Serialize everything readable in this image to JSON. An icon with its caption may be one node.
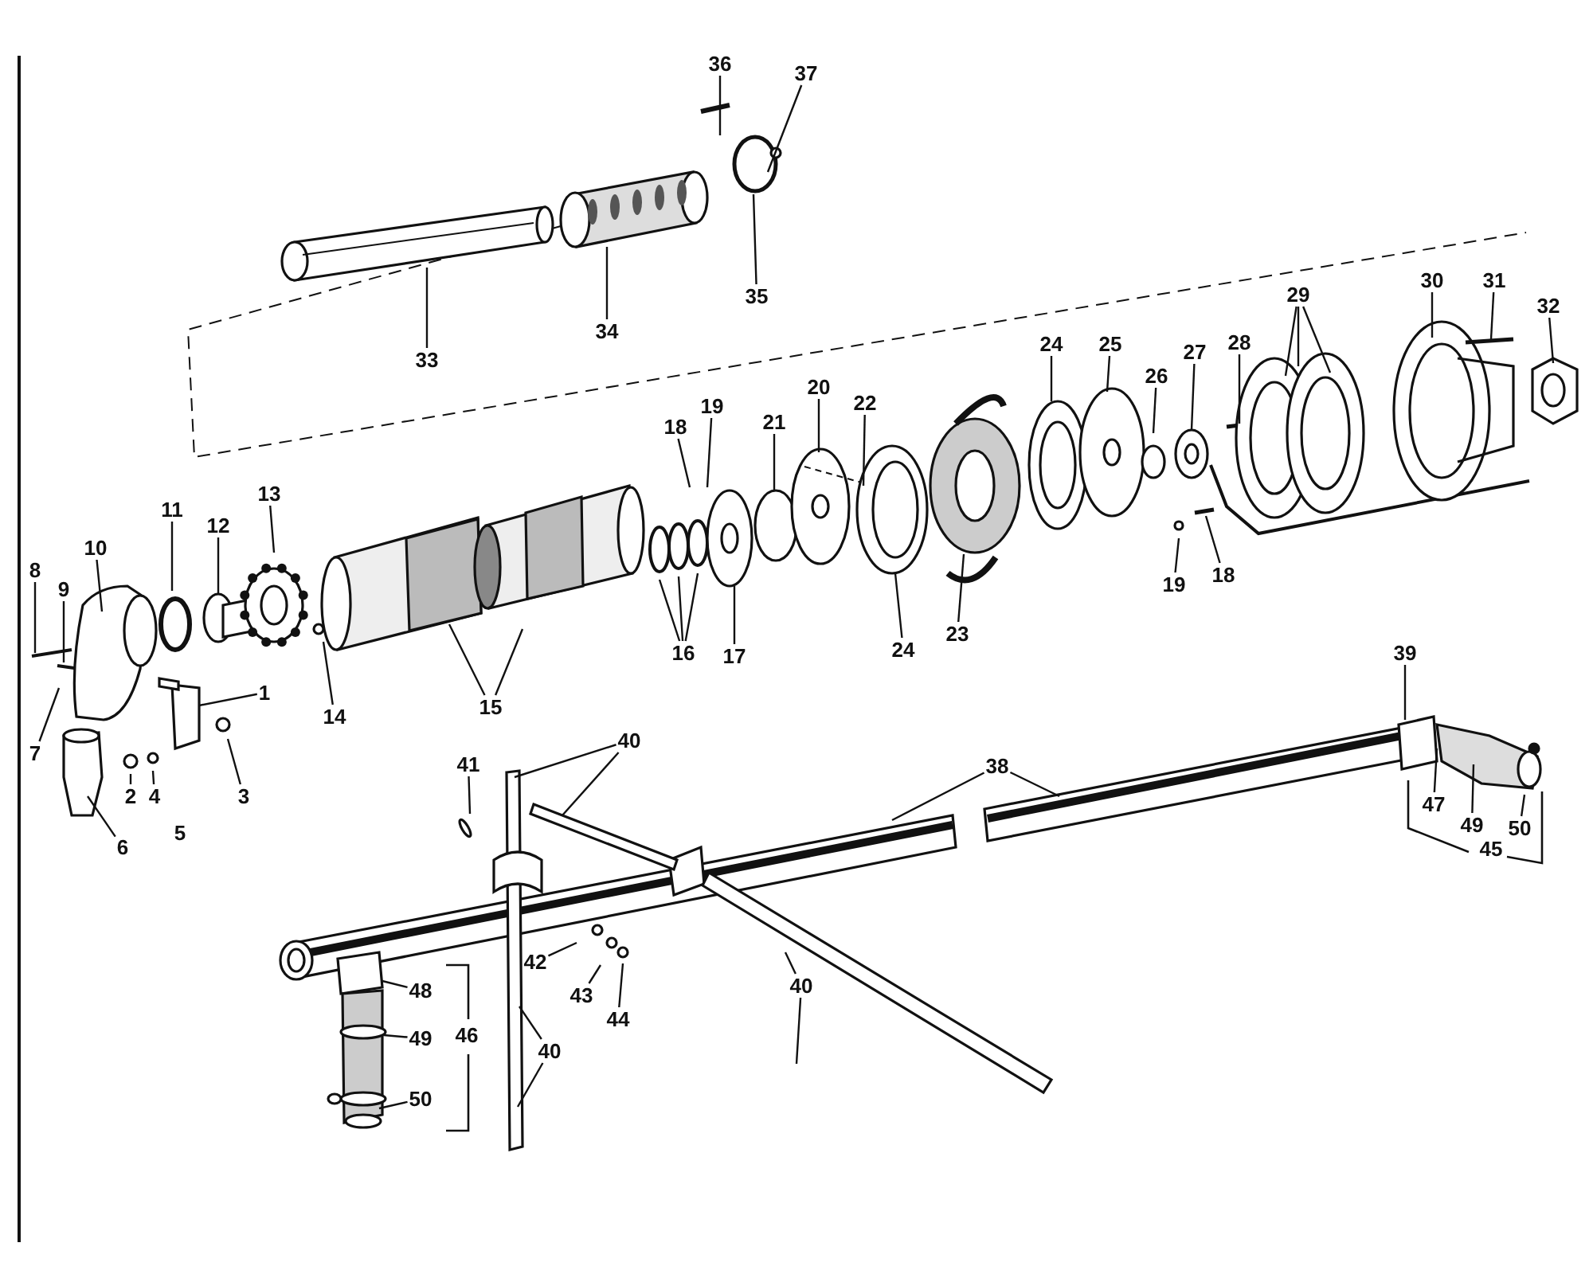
{
  "diagram": {
    "nodes": [
      {
        "text": [
          "36"
        ]
      },
      {
        "text": [
          "37"
        ]
      },
      {
        "text": [
          "33"
        ]
      },
      {
        "text": [
          "34"
        ]
      },
      {
        "text": [
          "35"
        ]
      },
      {
        "text": [
          "29"
        ]
      },
      {
        "text": [
          "30"
        ]
      },
      {
        "text": [
          "31"
        ]
      },
      {
        "text": [
          "32"
        ]
      },
      {
        "text": [
          "24"
        ]
      },
      {
        "text": [
          "25"
        ]
      },
      {
        "text": [
          "26"
        ]
      },
      {
        "text": [
          "27"
        ]
      },
      {
        "text": [
          "28"
        ]
      },
      {
        "text": [
          "18"
        ]
      },
      {
        "text": [
          "19"
        ]
      },
      {
        "text": [
          "21"
        ]
      },
      {
        "text": [
          "20"
        ]
      },
      {
        "text": [
          "22"
        ]
      },
      {
        "text": [
          "11"
        ]
      },
      {
        "text": [
          "12"
        ]
      },
      {
        "text": [
          "13"
        ]
      },
      {
        "text": [
          "8"
        ]
      },
      {
        "text": [
          "9"
        ]
      },
      {
        "text": [
          "10"
        ]
      },
      {
        "text": [
          "1"
        ]
      },
      {
        "text": [
          "7"
        ]
      },
      {
        "text": [
          "14"
        ]
      },
      {
        "text": [
          "15"
        ]
      },
      {
        "text": [
          "16"
        ]
      },
      {
        "text": [
          "17"
        ]
      },
      {
        "text": [
          "24"
        ]
      },
      {
        "text": [
          "23"
        ]
      },
      {
        "text": [
          "19"
        ]
      },
      {
        "text": [
          "18"
        ]
      },
      {
        "text": [
          "2"
        ]
      },
      {
        "text": [
          "4"
        ]
      },
      {
        "text": [
          "3"
        ]
      },
      {
        "text": [
          "6"
        ]
      },
      {
        "text": [
          "39"
        ]
      },
      {
        "text": [
          "38"
        ]
      },
      {
        "text": [
          "40"
        ]
      },
      {
        "text": [
          "41"
        ]
      },
      {
        "text": [
          "47"
        ]
      },
      {
        "text": [
          "49"
        ]
      },
      {
        "text": [
          "50"
        ]
      },
      {
        "text": [
          "42"
        ]
      },
      {
        "text": [
          "43"
        ]
      },
      {
        "text": [
          "44"
        ]
      },
      {
        "text": [
          "40"
        ]
      },
      {
        "text": [
          "40"
        ]
      },
      {
        "text": [
          "48"
        ]
      },
      {
        "text": [
          "49"
        ]
      },
      {
        "text": [
          "50"
        ]
      }
    ],
    "edges": [
      {
        "from": 0,
        "to": null,
        "arrow": "none"
      },
      {
        "from": 1,
        "to": null,
        "arrow": "none"
      },
      {
        "from": 2,
        "to": null,
        "arrow": "none"
      },
      {
        "from": 3,
        "to": null,
        "arrow": "none"
      },
      {
        "from": 4,
        "to": null,
        "arrow": "none"
      },
      {
        "from": 5,
        "to": null,
        "arrow": "none"
      },
      {
        "from": 5,
        "to": null,
        "arrow": "none"
      },
      {
        "from": 5,
        "to": null,
        "arrow": "none"
      },
      {
        "from": 6,
        "to": null,
        "arrow": "none"
      },
      {
        "from": 7,
        "to": null,
        "arrow": "none"
      },
      {
        "from": 8,
        "to": null,
        "arrow": "none"
      },
      {
        "from": 9,
        "to": null,
        "arrow": "none"
      },
      {
        "from": 10,
        "to": null,
        "arrow": "none"
      },
      {
        "from": 11,
        "to": null,
        "arrow": "none"
      },
      {
        "from": 12,
        "to": null,
        "arrow": "none"
      },
      {
        "from": 13,
        "to": null,
        "arrow": "none"
      },
      {
        "from": 14,
        "to": null,
        "arrow": "none"
      },
      {
        "from": 15,
        "to": null,
        "arrow": "none"
      },
      {
        "from": 16,
        "to": null,
        "arrow": "none"
      },
      {
        "from": 17,
        "to": null,
        "arrow": "none"
      },
      {
        "from": 18,
        "to": null,
        "arrow": "none"
      },
      {
        "from": 19,
        "to": null,
        "arrow": "none"
      },
      {
        "from": 20,
        "to": null,
        "arrow": "none"
      },
      {
        "from": 21,
        "to": null,
        "arrow": "none"
      },
      {
        "from": 22,
        "to": null,
        "arrow": "none"
      },
      {
        "from": 23,
        "to": null,
        "arrow": "none"
      },
      {
        "from": 24,
        "to": null,
        "arrow": "none"
      },
      {
        "from": 25,
        "to": null,
        "arrow": "none"
      },
      {
        "from": 26,
        "to": null,
        "arrow": "none"
      },
      {
        "from": 27,
        "to": null,
        "arrow": "none"
      },
      {
        "from": 28,
        "to": null,
        "arrow": "none"
      },
      {
        "from": 28,
        "to": null,
        "arrow": "none"
      },
      {
        "from": 29,
        "to": null,
        "arrow": "none"
      },
      {
        "from": 29,
        "to": null,
        "arrow": "none"
      },
      {
        "from": 29,
        "to": null,
        "arrow": "none"
      },
      {
        "from": 30,
        "to": null,
        "arrow": "none"
      },
      {
        "from": 31,
        "to": null,
        "arrow": "none"
      },
      {
        "from": 32,
        "to": null,
        "arrow": "none"
      },
      {
        "from": 33,
        "to": null,
        "arrow": "none"
      },
      {
        "from": 34,
        "to": null,
        "arrow": "none"
      },
      {
        "from": 35,
        "to": null,
        "arrow": "none"
      },
      {
        "from": 36,
        "to": null,
        "arrow": "none"
      },
      {
        "from": 37,
        "to": null,
        "arrow": "none"
      },
      {
        "from": 38,
        "to": null,
        "arrow": "none"
      },
      {
        "from": 39,
        "to": null,
        "arrow": "none"
      },
      {
        "from": 40,
        "to": null,
        "arrow": "none"
      },
      {
        "from": 40,
        "to": null,
        "arrow": "none"
      },
      {
        "from": 41,
        "to": null,
        "arrow": "none"
      },
      {
        "from": 41,
        "to": null,
        "arrow": "none"
      },
      {
        "from": 42,
        "to": null,
        "arrow": "none"
      },
      {
        "from": 43,
        "to": null,
        "arrow": "none"
      },
      {
        "from": 44,
        "to": null,
        "arrow": "none"
      },
      {
        "from": 45,
        "to": null,
        "arrow": "none"
      },
      {
        "from": 46,
        "to": null,
        "arrow": "none"
      },
      {
        "from": 47,
        "to": null,
        "arrow": "none"
      },
      {
        "from": 48,
        "to": null,
        "arrow": "none"
      },
      {
        "from": 49,
        "to": null,
        "arrow": "none"
      },
      {
        "from": 49,
        "to": null,
        "arrow": "none"
      },
      {
        "from": 50,
        "to": null,
        "arrow": "none"
      },
      {
        "from": 50,
        "to": null,
        "arrow": "none"
      },
      {
        "from": 51,
        "to": null,
        "arrow": "none"
      },
      {
        "from": 52,
        "to": null,
        "arrow": "none"
      },
      {
        "from": 53,
        "to": null,
        "arrow": "none"
      }
    ],
    "labels": [
      "5",
      "45",
      "46"
    ]
  }
}
